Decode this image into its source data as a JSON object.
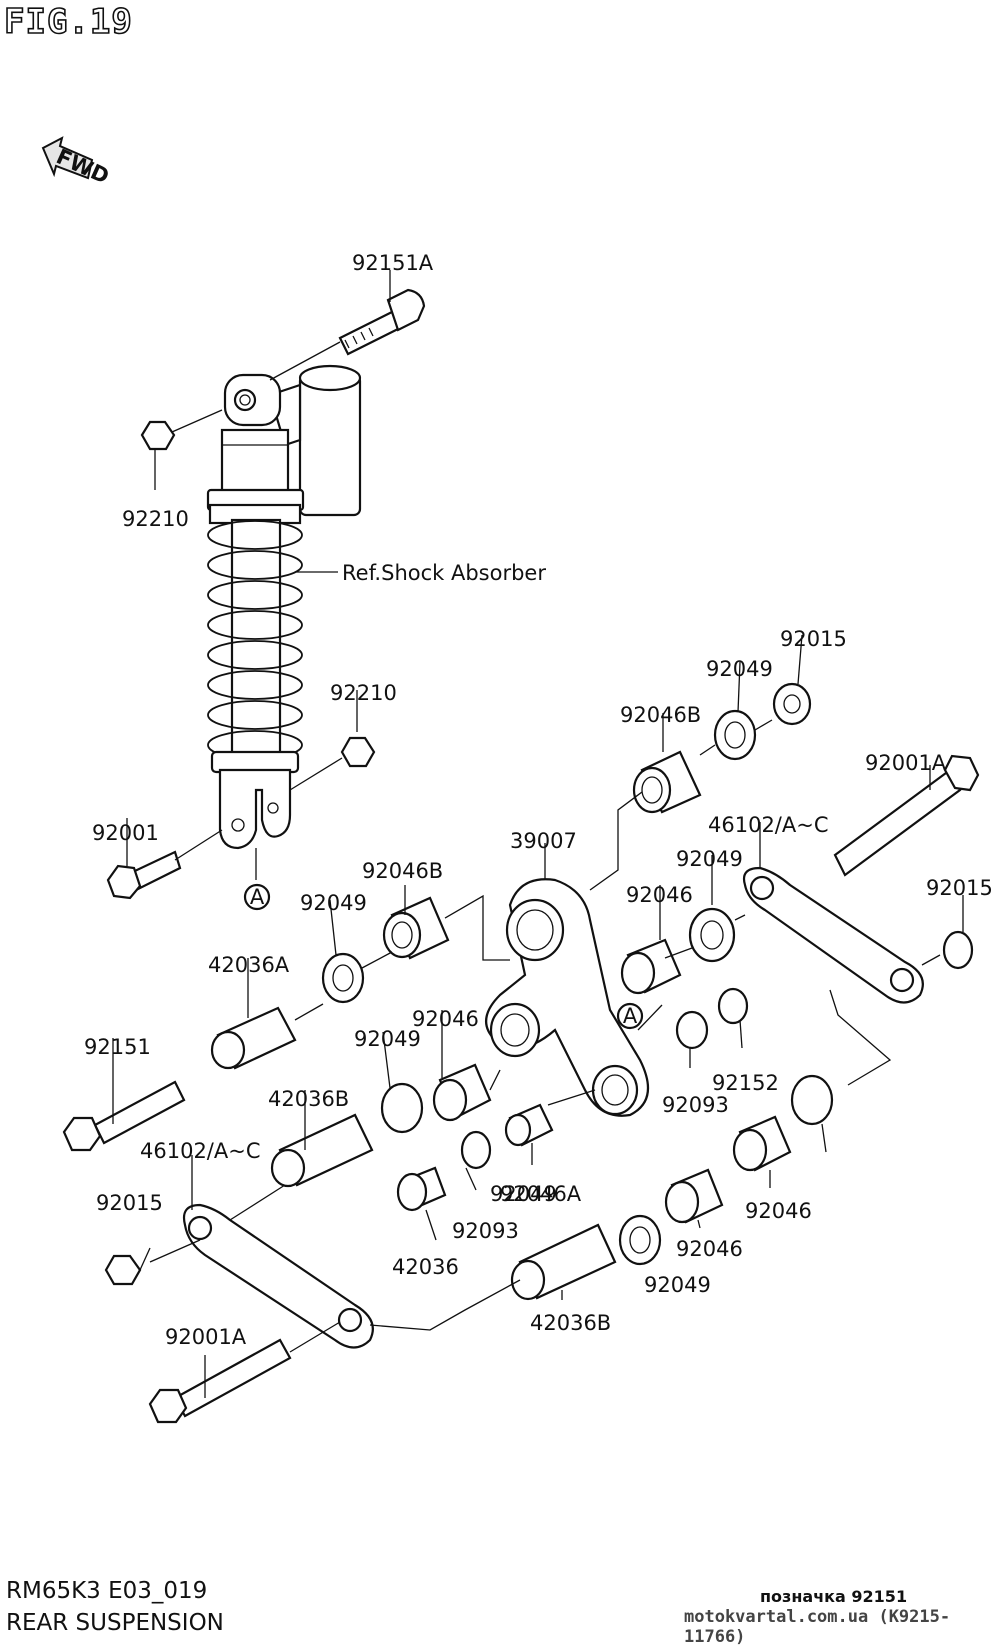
{
  "figure": {
    "title": "FIG.19",
    "fwd_label": "FWD"
  },
  "footer": {
    "model": "RM65K3 E03_019",
    "section": "REAR SUSPENSION",
    "ref_note": "позначка 92151",
    "source": "motokvartal.com.ua (K9215-11766)"
  },
  "reference_label": "Ref.Shock Absorber",
  "callout_marker": "A",
  "parts": [
    {
      "id": "p0",
      "label": "92151A"
    },
    {
      "id": "p1",
      "label": "92210"
    },
    {
      "id": "p2",
      "label": "92210"
    },
    {
      "id": "p3",
      "label": "92001"
    },
    {
      "id": "p4",
      "label": "92015"
    },
    {
      "id": "p5",
      "label": "92049"
    },
    {
      "id": "p6",
      "label": "92046B"
    },
    {
      "id": "p7",
      "label": "92001A"
    },
    {
      "id": "p8",
      "label": "39007"
    },
    {
      "id": "p9",
      "label": "92046B"
    },
    {
      "id": "p10",
      "label": "46102/A~C"
    },
    {
      "id": "p11",
      "label": "92049"
    },
    {
      "id": "p12",
      "label": "92049"
    },
    {
      "id": "p13",
      "label": "92046"
    },
    {
      "id": "p14",
      "label": "92015"
    },
    {
      "id": "p15",
      "label": "42036A"
    },
    {
      "id": "p16",
      "label": "92046"
    },
    {
      "id": "p17",
      "label": "92151"
    },
    {
      "id": "p18",
      "label": "92049"
    },
    {
      "id": "p19",
      "label": "92152"
    },
    {
      "id": "p20",
      "label": "92093"
    },
    {
      "id": "p21",
      "label": "42036B"
    },
    {
      "id": "p22",
      "label": "46102/A~C"
    },
    {
      "id": "p23",
      "label": "92049"
    },
    {
      "id": "p24",
      "label": "92046A"
    },
    {
      "id": "p25",
      "label": "92046"
    },
    {
      "id": "p26",
      "label": "92015"
    },
    {
      "id": "p27",
      "label": "92093"
    },
    {
      "id": "p28",
      "label": "92046"
    },
    {
      "id": "p29",
      "label": "42036"
    },
    {
      "id": "p30",
      "label": "92049"
    },
    {
      "id": "p31",
      "label": "92001A"
    },
    {
      "id": "p32",
      "label": "42036B"
    }
  ]
}
